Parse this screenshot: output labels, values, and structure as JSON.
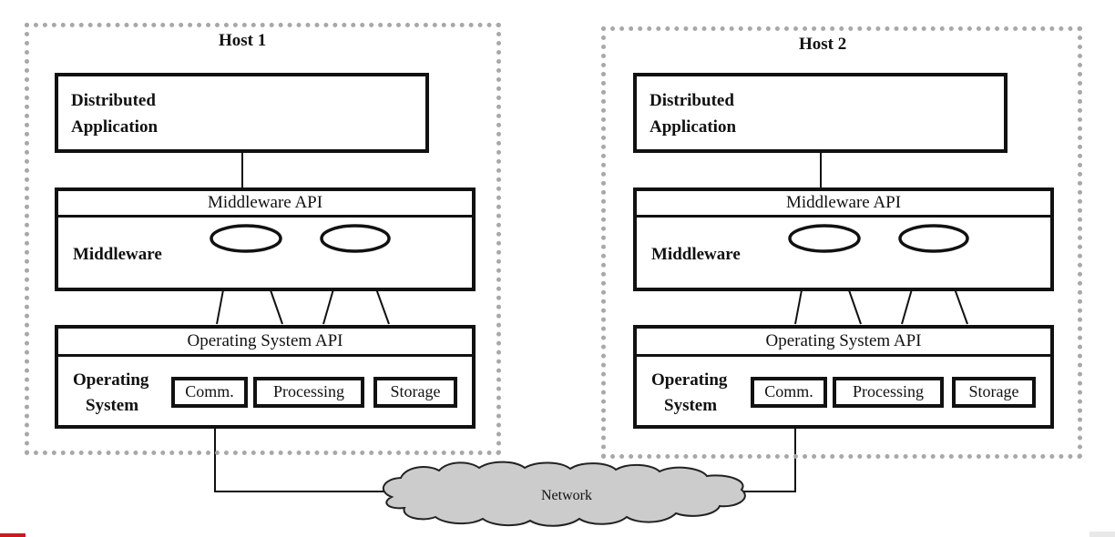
{
  "hosts": [
    {
      "title": "Host 1",
      "application_label_line1": "Distributed",
      "application_label_line2": "Application",
      "middleware_api_label": "Middleware API",
      "middleware_label": "Middleware",
      "os_api_label": "Operating System API",
      "os_label_line1": "Operating",
      "os_label_line2": "System",
      "components": [
        "Comm.",
        "Processing",
        "Storage"
      ]
    },
    {
      "title": "Host 2",
      "application_label_line1": "Distributed",
      "application_label_line2": "Application",
      "middleware_api_label": "Middleware API",
      "middleware_label": "Middleware",
      "os_api_label": "Operating System API",
      "os_label_line1": "Operating",
      "os_label_line2": "System",
      "components": [
        "Comm.",
        "Processing",
        "Storage"
      ]
    }
  ],
  "network_label": "Network",
  "colors": {
    "border": "#111111",
    "host_border": "#a8a8a8",
    "cloud_fill": "#cccccc",
    "accent_mark": "#d01818"
  },
  "icons": [
    "cloud-icon",
    "ellipse-node-icon"
  ]
}
